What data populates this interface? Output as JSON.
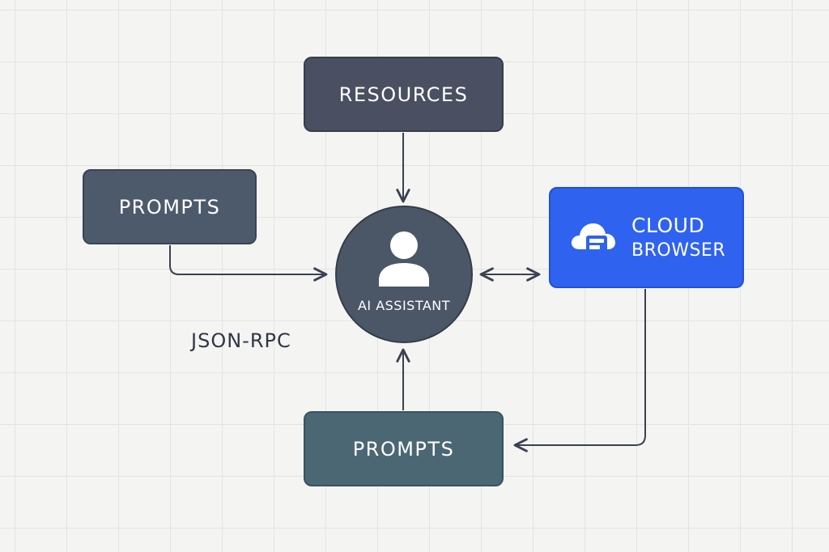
{
  "nodes": {
    "resources": "RESOURCES",
    "prompts_left": "PROMPTS",
    "prompts_bottom": "PROMPTS",
    "assistant": "AI ASSISTANT",
    "cloud_line1": "CLOUD",
    "cloud_line2": "BROWSER"
  },
  "labels": {
    "protocol": "JSON-RPC"
  },
  "icons": {
    "assistant": "user-icon",
    "cloud": "cloud-icon"
  },
  "colors": {
    "resources": "#4a5062",
    "prompts_left": "#4d5a6b",
    "prompts_bottom": "#4b6774",
    "cloud_browser": "#2f63ef",
    "assistant": "#4b5667",
    "connector": "#3a4150"
  }
}
